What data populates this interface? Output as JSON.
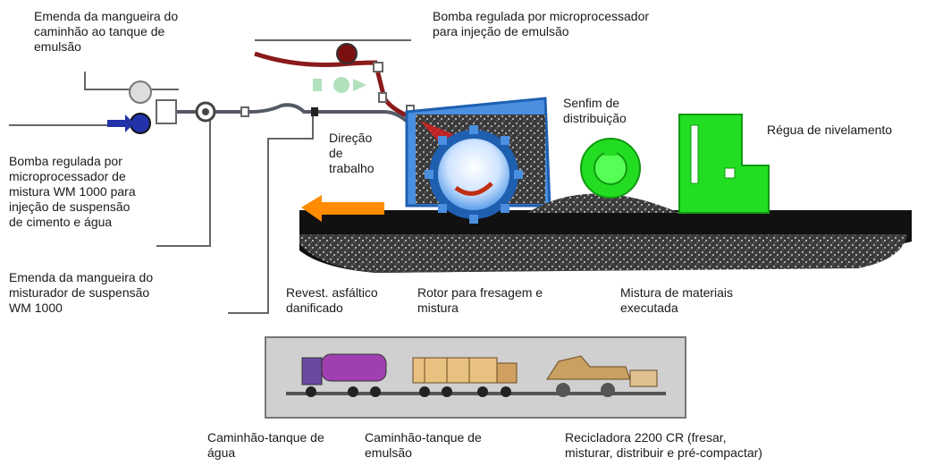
{
  "labels": {
    "truck_emulsion_hose": "Emenda da mangueira do\ncaminhão ao tanque de\nemulsão",
    "emulsion_pump": "Bomba regulada por microprocessador\npara injeção de emulsão",
    "distribution_auger": "Senfim de\ndistribuição",
    "screed": "Régua de nivelamento",
    "work_direction": "Direção\nde\ntrabalho",
    "slurry_pump": "Bomba regulada por\nmicroprocessador de\nmistura WM 1000 para\ninjeção de suspensão\nde cimento e água",
    "mixer_hose": "Emenda da mangueira do\nmisturador de suspensão\nWM 1000",
    "damaged_pavement": "Revest. asfáltico\ndanificado",
    "milling_rotor": "Rotor para fresagem e\nmistura",
    "mixed_material": "Mistura de materiais\nexecutada",
    "water_truck": "Caminhão-tanque de\nágua",
    "emulsion_truck": "Caminhão-tanque de\nemulsão",
    "recycler": "Recicladora 2200 CR (fresar,\nmisturar, distribuir e pré-compactar)"
  },
  "colors": {
    "machine_body": "#4a8fe0",
    "screed_green": "#22dd22",
    "arrow_orange": "#ff8c00",
    "emulsion_line": "#8b1a1a",
    "water_line": "#555a66",
    "spray_red": "#d42020",
    "asphalt": "#111111"
  }
}
